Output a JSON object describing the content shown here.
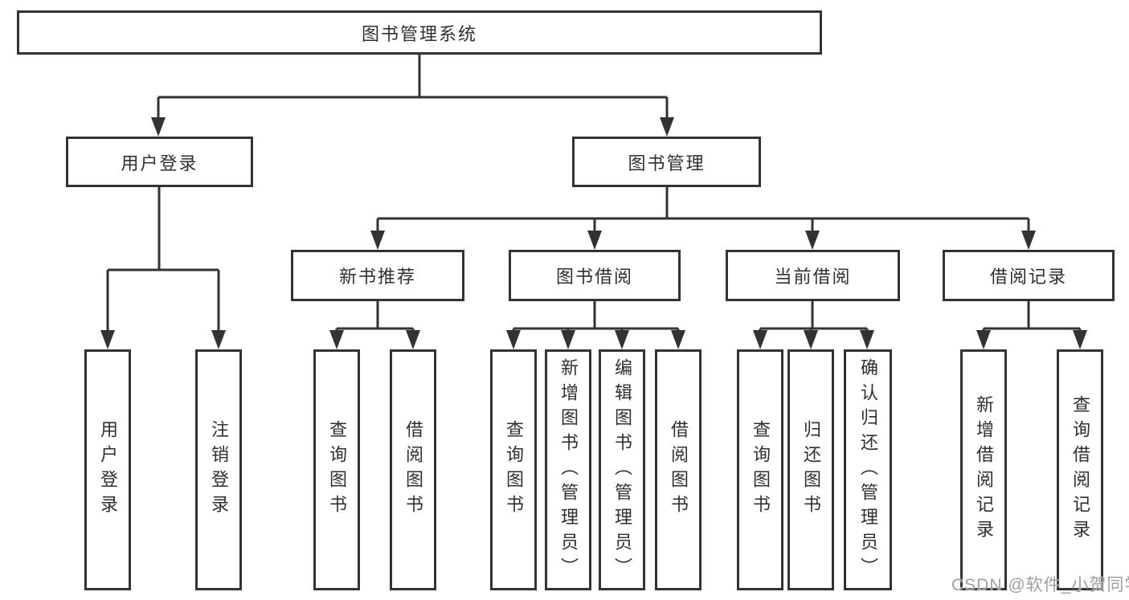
{
  "tree": {
    "label": "图书管理系统",
    "children": [
      {
        "label": "用户登录",
        "children": [
          {
            "label": "用户登录"
          },
          {
            "label": "注销登录"
          }
        ]
      },
      {
        "label": "图书管理",
        "children": [
          {
            "label": "新书推荐",
            "children": [
              {
                "label": "查询图书"
              },
              {
                "label": "借阅图书"
              }
            ]
          },
          {
            "label": "图书借阅",
            "children": [
              {
                "label": "查询图书"
              },
              {
                "label": "新增图书（管理员）"
              },
              {
                "label": "编辑图书（管理员）"
              },
              {
                "label": "借阅图书"
              }
            ]
          },
          {
            "label": "当前借阅",
            "children": [
              {
                "label": "查询图书"
              },
              {
                "label": "归还图书"
              },
              {
                "label": "确认归还（管理员）"
              }
            ]
          },
          {
            "label": "借阅记录",
            "children": [
              {
                "label": "新增借阅记录"
              },
              {
                "label": "查询借阅记录"
              }
            ]
          }
        ]
      }
    ]
  },
  "watermark": {
    "text": "CSDN @软件_小贺同学"
  },
  "colors": {
    "line": "#333333",
    "text": "#2f2f2f",
    "background": "#ffffff",
    "watermark": "#9e9e9e"
  }
}
